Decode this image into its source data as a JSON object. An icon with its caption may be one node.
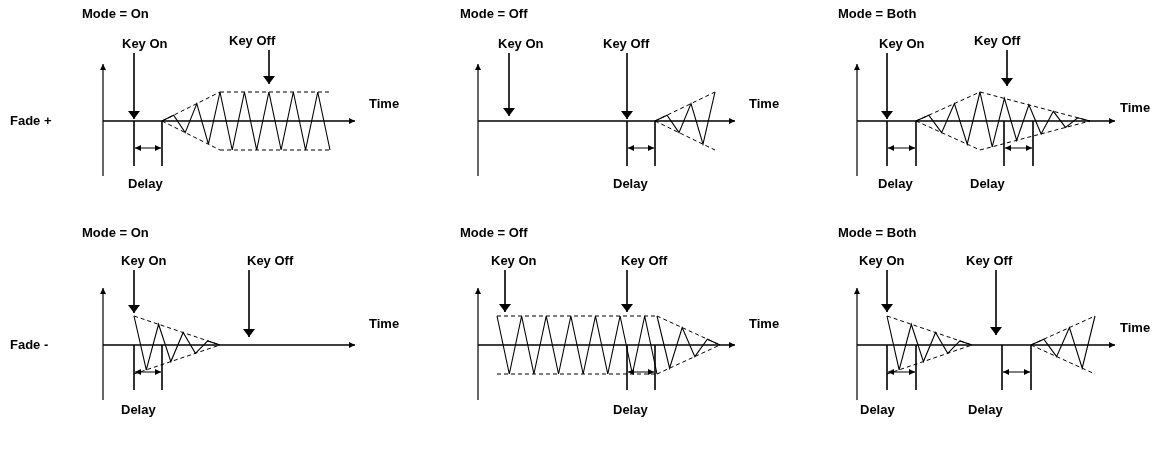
{
  "diagram": {
    "nodes": [
      {
        "text": [
          "Key On"
        ]
      },
      {
        "text": [
          "Key Off"
        ]
      },
      {
        "text": [
          "Key On"
        ]
      },
      {
        "text": [
          "Key Off"
        ]
      },
      {
        "text": [
          "Key On"
        ]
      },
      {
        "text": [
          "Key Off"
        ]
      },
      {
        "text": [
          "Key On"
        ]
      },
      {
        "text": [
          "Key Off"
        ]
      },
      {
        "text": [
          "Key On"
        ]
      },
      {
        "text": [
          "Key Off"
        ]
      },
      {
        "text": [
          "Key On"
        ]
      },
      {
        "text": [
          "Key Off"
        ]
      }
    ],
    "edges": [
      {
        "from": 0,
        "to": null,
        "arrow": "to"
      },
      {
        "from": 1,
        "to": null,
        "arrow": "to"
      },
      {
        "from": 2,
        "to": null,
        "arrow": "to"
      },
      {
        "from": 3,
        "to": null,
        "arrow": "to"
      },
      {
        "from": 4,
        "to": null,
        "arrow": "to"
      },
      {
        "from": 5,
        "to": null,
        "arrow": "to"
      },
      {
        "from": 6,
        "to": null,
        "arrow": "to"
      },
      {
        "from": 7,
        "to": null,
        "arrow": "to"
      },
      {
        "from": 8,
        "to": null,
        "arrow": "to"
      },
      {
        "from": 9,
        "to": null,
        "arrow": "to"
      },
      {
        "from": 10,
        "to": null,
        "arrow": "to"
      },
      {
        "from": 11,
        "to": null,
        "arrow": "to"
      }
    ],
    "labels": [
      "Mode = On",
      "Mode = Off",
      "Mode = Both",
      "Fade +",
      "Time",
      "Time",
      "Time",
      "Delay",
      "Delay",
      "Delay",
      "Delay",
      "Mode = On",
      "Mode = Off",
      "Mode = Both",
      "Fade -",
      "Time",
      "Time",
      "Time",
      "Delay",
      "Delay",
      "Delay",
      "Delay"
    ]
  }
}
